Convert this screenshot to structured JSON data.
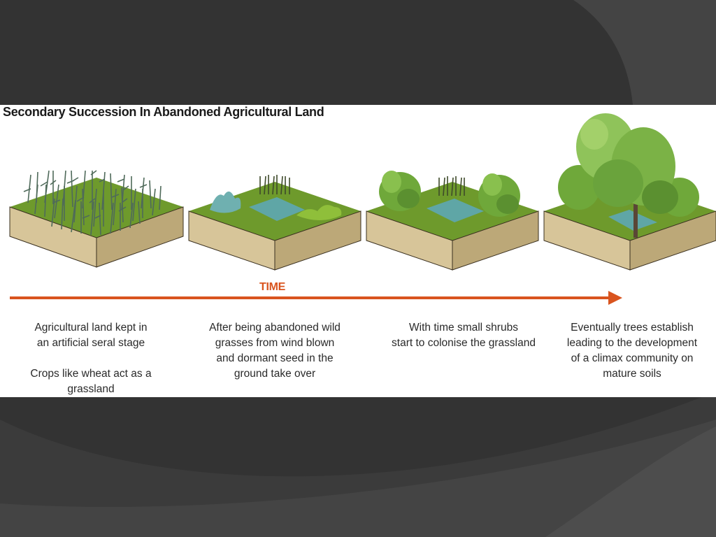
{
  "title": "Secondary Succession In Abandoned Agricultural Land",
  "timeline": {
    "label": "TIME",
    "color": "#d9541e"
  },
  "stages": [
    {
      "caption": "Agricultural land kept in\nan artificial seral stage",
      "note": "Crops like wheat act as a\ngrassland"
    },
    {
      "caption": "After being abandoned wild\ngrasses from wind blown\nand dormant seed in the\nground take over"
    },
    {
      "caption": "With time small shrubs\nstart to colonise the grassland"
    },
    {
      "caption": "Eventually trees establish\nleading to the development\nof a climax community on\nmature soils"
    }
  ],
  "colors": {
    "grass": "#6e9a2c",
    "soil": "#d7c599",
    "soil_side": "#bca878",
    "water": "#5fa6a6",
    "arrow": "#d9541e"
  }
}
